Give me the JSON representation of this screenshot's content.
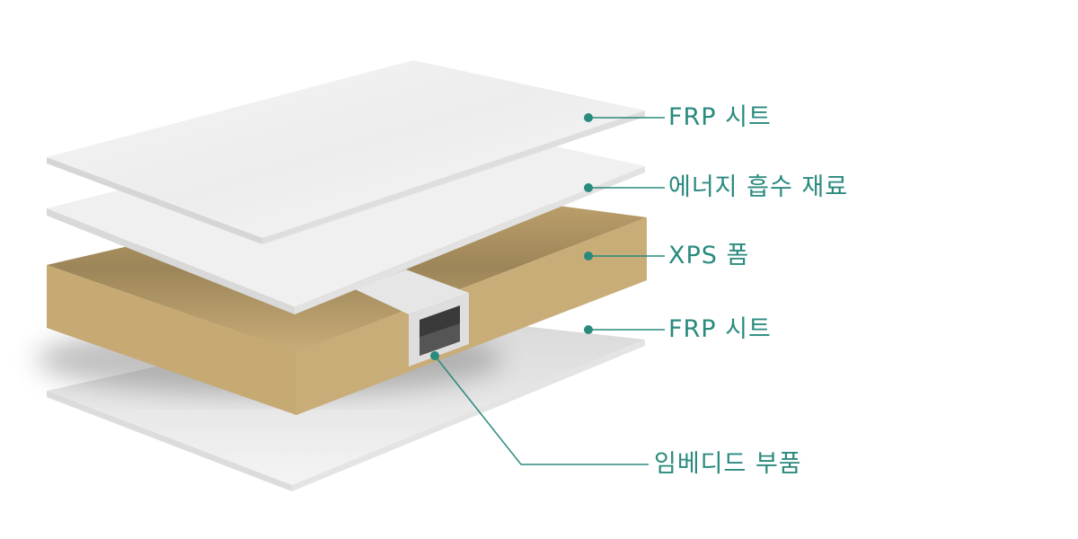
{
  "colors": {
    "accent": "#2a8a7e",
    "foam": "#c9ad78",
    "sheet": "#f1f1f2"
  },
  "labels": {
    "frp_top": "FRP 시트",
    "energy": "에너지 흡수 재료",
    "xps": "XPS 폼",
    "frp_bottom": "FRP 시트",
    "embedded": "임베디드 부품"
  }
}
